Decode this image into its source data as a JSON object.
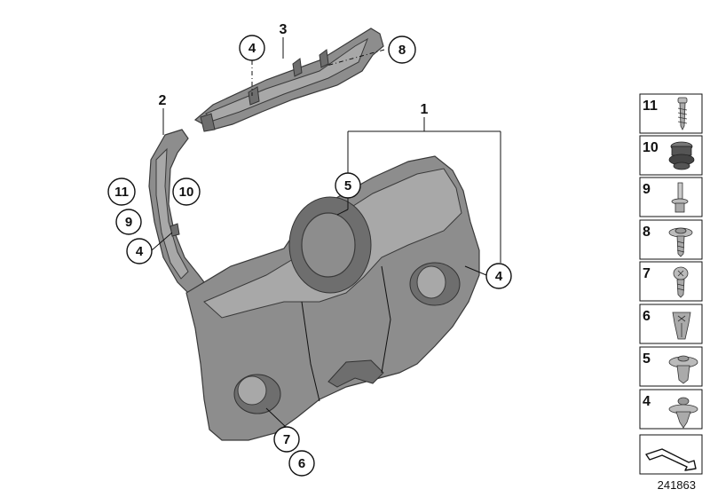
{
  "callouts": {
    "c1": "1",
    "c2": "2",
    "c3": "3",
    "c4_top": "4",
    "c4_left": "4",
    "c4_right": "4",
    "c5": "5",
    "c6": "6",
    "c7": "7",
    "c8": "8",
    "c9": "9",
    "c10": "10",
    "c11": "11"
  },
  "legend": [
    {
      "num": "11",
      "icon": "screw-icon"
    },
    {
      "num": "10",
      "icon": "grommet-icon"
    },
    {
      "num": "9",
      "icon": "rivet-icon"
    },
    {
      "num": "8",
      "icon": "washer-screw-icon"
    },
    {
      "num": "7",
      "icon": "pan-screw-icon"
    },
    {
      "num": "6",
      "icon": "clip-nut-icon"
    },
    {
      "num": "5",
      "icon": "expanding-rivet-icon"
    },
    {
      "num": "4",
      "icon": "push-clip-icon"
    }
  ],
  "diagram_id": "241863"
}
